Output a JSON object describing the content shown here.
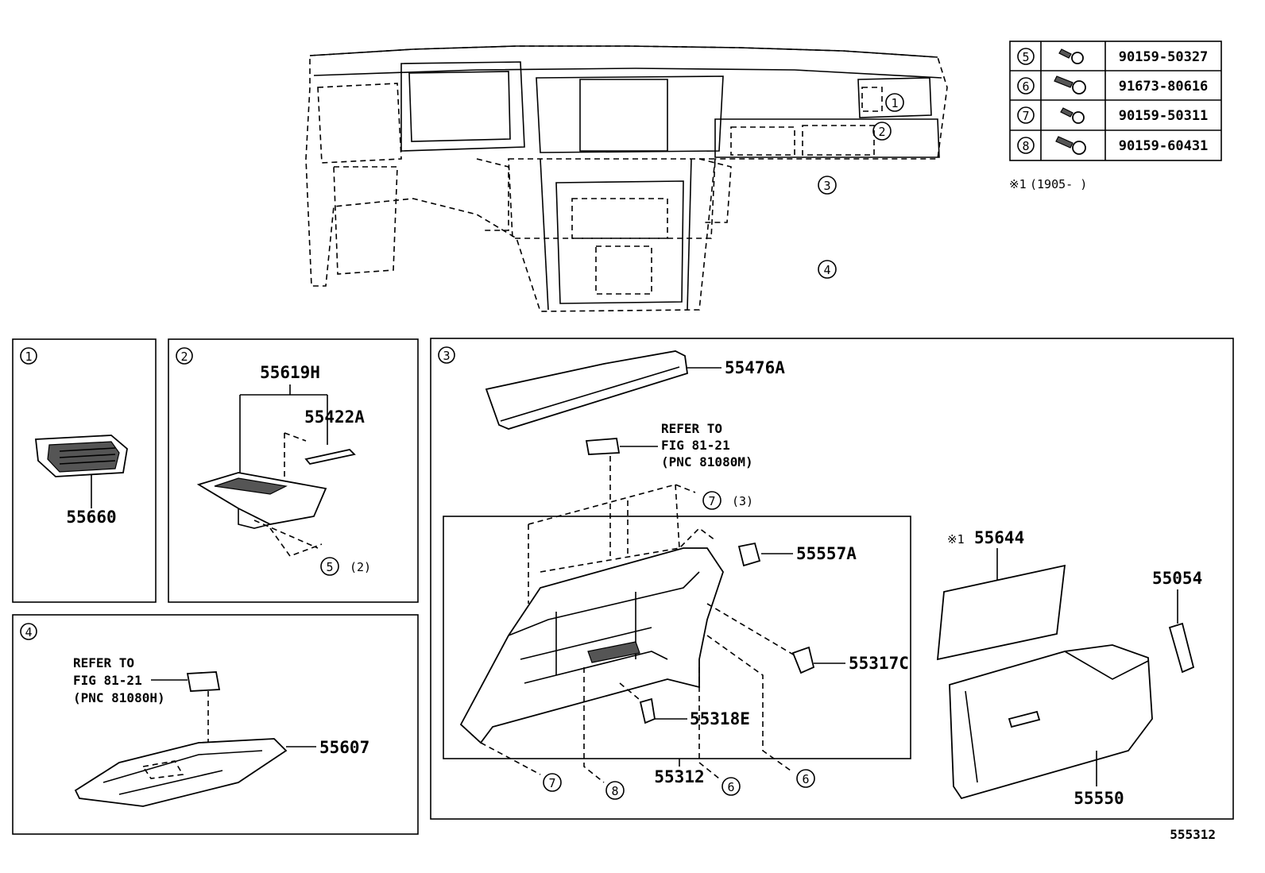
{
  "fastener_table": [
    {
      "ref": "5",
      "part_no": "90159-50327"
    },
    {
      "ref": "6",
      "part_no": "91673-80616"
    },
    {
      "ref": "7",
      "part_no": "90159-50311"
    },
    {
      "ref": "8",
      "part_no": "90159-60431"
    }
  ],
  "footnote": {
    "mark": "※1",
    "text": "(1905-     )"
  },
  "overview_callouts": [
    "1",
    "2",
    "3",
    "4"
  ],
  "panel_1": {
    "ref": "1",
    "part_no": "55660"
  },
  "panel_2": {
    "ref": "2",
    "part_no_a": "55619H",
    "part_no_b": "55422A",
    "screw_ref": "5",
    "screw_qty": "(2)"
  },
  "panel_3": {
    "ref": "3",
    "top_part": "55476A",
    "refer_lines": [
      "REFER TO",
      "FIG 81-21",
      "(PNC 81080M)"
    ],
    "screw_top_ref": "7",
    "screw_top_qty": "(3)",
    "part_55557A": "55557A",
    "part_55317C": "55317C",
    "part_55318E": "55318E",
    "part_55312": "55312",
    "bottom_refs": [
      "7",
      "8",
      "6",
      "6"
    ],
    "footnote_mark": "※1",
    "part_55644": "55644",
    "part_55054": "55054",
    "part_55550": "55550"
  },
  "panel_4": {
    "ref": "4",
    "refer_lines": [
      "REFER TO",
      "FIG 81-21",
      "(PNC 81080H)"
    ],
    "part_no": "55607"
  },
  "figure_id": "555312"
}
